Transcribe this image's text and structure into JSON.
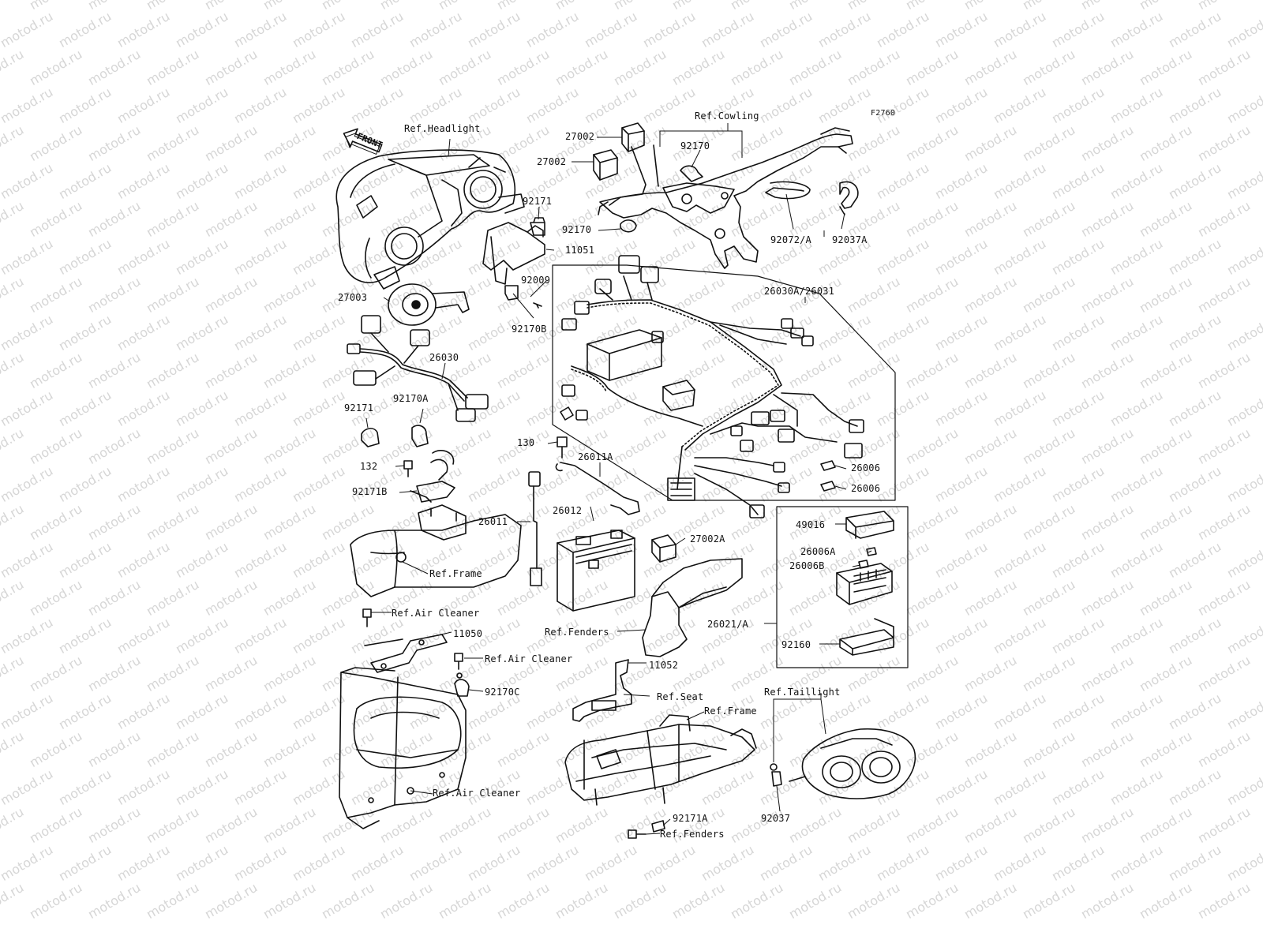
{
  "watermark": "motod.ru",
  "figure_code": "F2760",
  "front_label": "FRONT",
  "labels": {
    "ref_headlight": "Ref.Headlight",
    "ref_cowling": "Ref.Cowling",
    "p27002_a": "27002",
    "p27002_b": "27002",
    "p92170_a": "92170",
    "p92170_b": "92170",
    "p92171_a": "92171",
    "p11051": "11051",
    "p92072a": "92072/A",
    "p92037a": "92037A",
    "p92009": "92009",
    "p27003": "27003",
    "p92170b": "92170B",
    "p26030a_26031": "26030A/26031",
    "p26030": "26030",
    "p92171_b": "92171",
    "p92170a": "92170A",
    "p130": "130",
    "p26011a": "26011A",
    "p132": "132",
    "p92171b": "92171B",
    "p26006_a": "26006",
    "p26006_b": "26006",
    "p26012": "26012",
    "p26011": "26011",
    "p49016": "49016",
    "p27002a": "27002A",
    "p26006a": "26006A",
    "p26006b": "26006B",
    "ref_frame_a": "Ref.Frame",
    "ref_air_cleaner_a": "Ref.Air Cleaner",
    "p26021a": "26021/A",
    "ref_fenders_a": "Ref.Fenders",
    "p11050": "11050",
    "p92160": "92160",
    "ref_air_cleaner_b": "Ref.Air Cleaner",
    "p11052": "11052",
    "p92170c": "92170C",
    "ref_seat": "Ref.Seat",
    "ref_taillight": "Ref.Taillight",
    "ref_frame_b": "Ref.Frame",
    "ref_air_cleaner_c": "Ref.Air Cleaner",
    "p92171a": "92171A",
    "p92037": "92037",
    "ref_fenders_b": "Ref.Fenders"
  }
}
